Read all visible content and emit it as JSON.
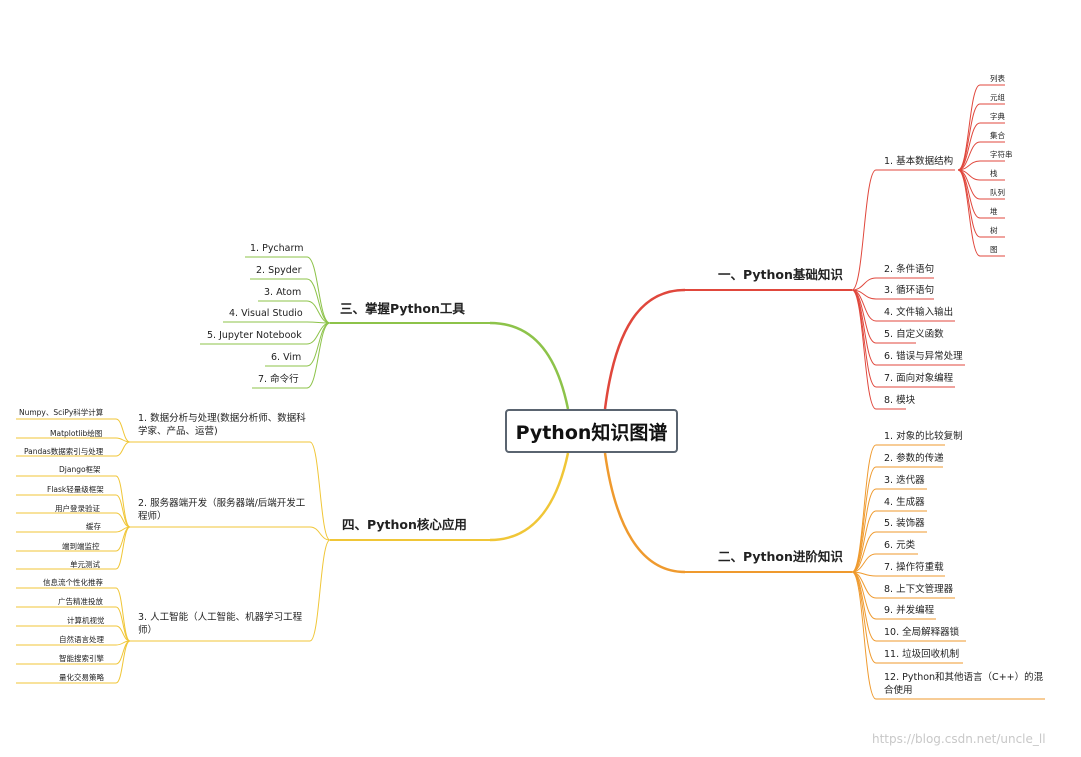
{
  "root": {
    "label": "Python知识图谱"
  },
  "colors": {
    "b1": "#e0473c",
    "b2": "#ef9a2e",
    "b3": "#8dc34a",
    "b4": "#f0c637",
    "root_border": "#5a6470"
  },
  "b1": {
    "label": "一、Python基础知识",
    "items": [
      "1. 基本数据结构",
      "2. 条件语句",
      "3. 循环语句",
      "4. 文件输入输出",
      "5. 自定义函数",
      "6. 错误与异常处理",
      "7. 面向对象编程",
      "8. 模块"
    ],
    "leaves": [
      "列表",
      "元组",
      "字典",
      "集合",
      "字符串",
      "栈",
      "队列",
      "堆",
      "树",
      "图"
    ]
  },
  "b2": {
    "label": "二、Python进阶知识",
    "items": [
      "1. 对象的比较复制",
      "2. 参数的传递",
      "3. 迭代器",
      "4. 生成器",
      "5. 装饰器",
      "6. 元类",
      "7. 操作符重载",
      "8. 上下文管理器",
      "9. 并发编程",
      "10. 全局解释器锁",
      "11. 垃圾回收机制",
      "12. Python和其他语言（C++）的混合使用"
    ]
  },
  "b3": {
    "label": "三、掌握Python工具",
    "items": [
      "1. Pycharm",
      "2. Spyder",
      "3. Atom",
      "4. Visual Studio",
      "5. Jupyter Notebook",
      "6. Vim",
      "7. 命令行"
    ]
  },
  "b4": {
    "label": "四、Python核心应用",
    "subs": [
      {
        "label": "1. 数据分析与处理(数据分析师、数据科学家、产品、运营)",
        "leaves": [
          "Numpy、SciPy科学计算",
          "Matplotlib绘图",
          "Pandas数据索引与处理"
        ]
      },
      {
        "label": "2. 服务器端开发（服务器端/后端开发工程师）",
        "leaves": [
          "Django框架",
          "Flask轻量级框架",
          "用户登录验证",
          "缓存",
          "端到端监控",
          "单元测试"
        ]
      },
      {
        "label": "3. 人工智能（人工智能、机器学习工程师）",
        "leaves": [
          "信息流个性化推荐",
          "广告精准投放",
          "计算机视觉",
          "自然语言处理",
          "智能搜索引擎",
          "量化交易策略"
        ]
      }
    ]
  },
  "watermark": "https://blog.csdn.net/uncle_ll"
}
